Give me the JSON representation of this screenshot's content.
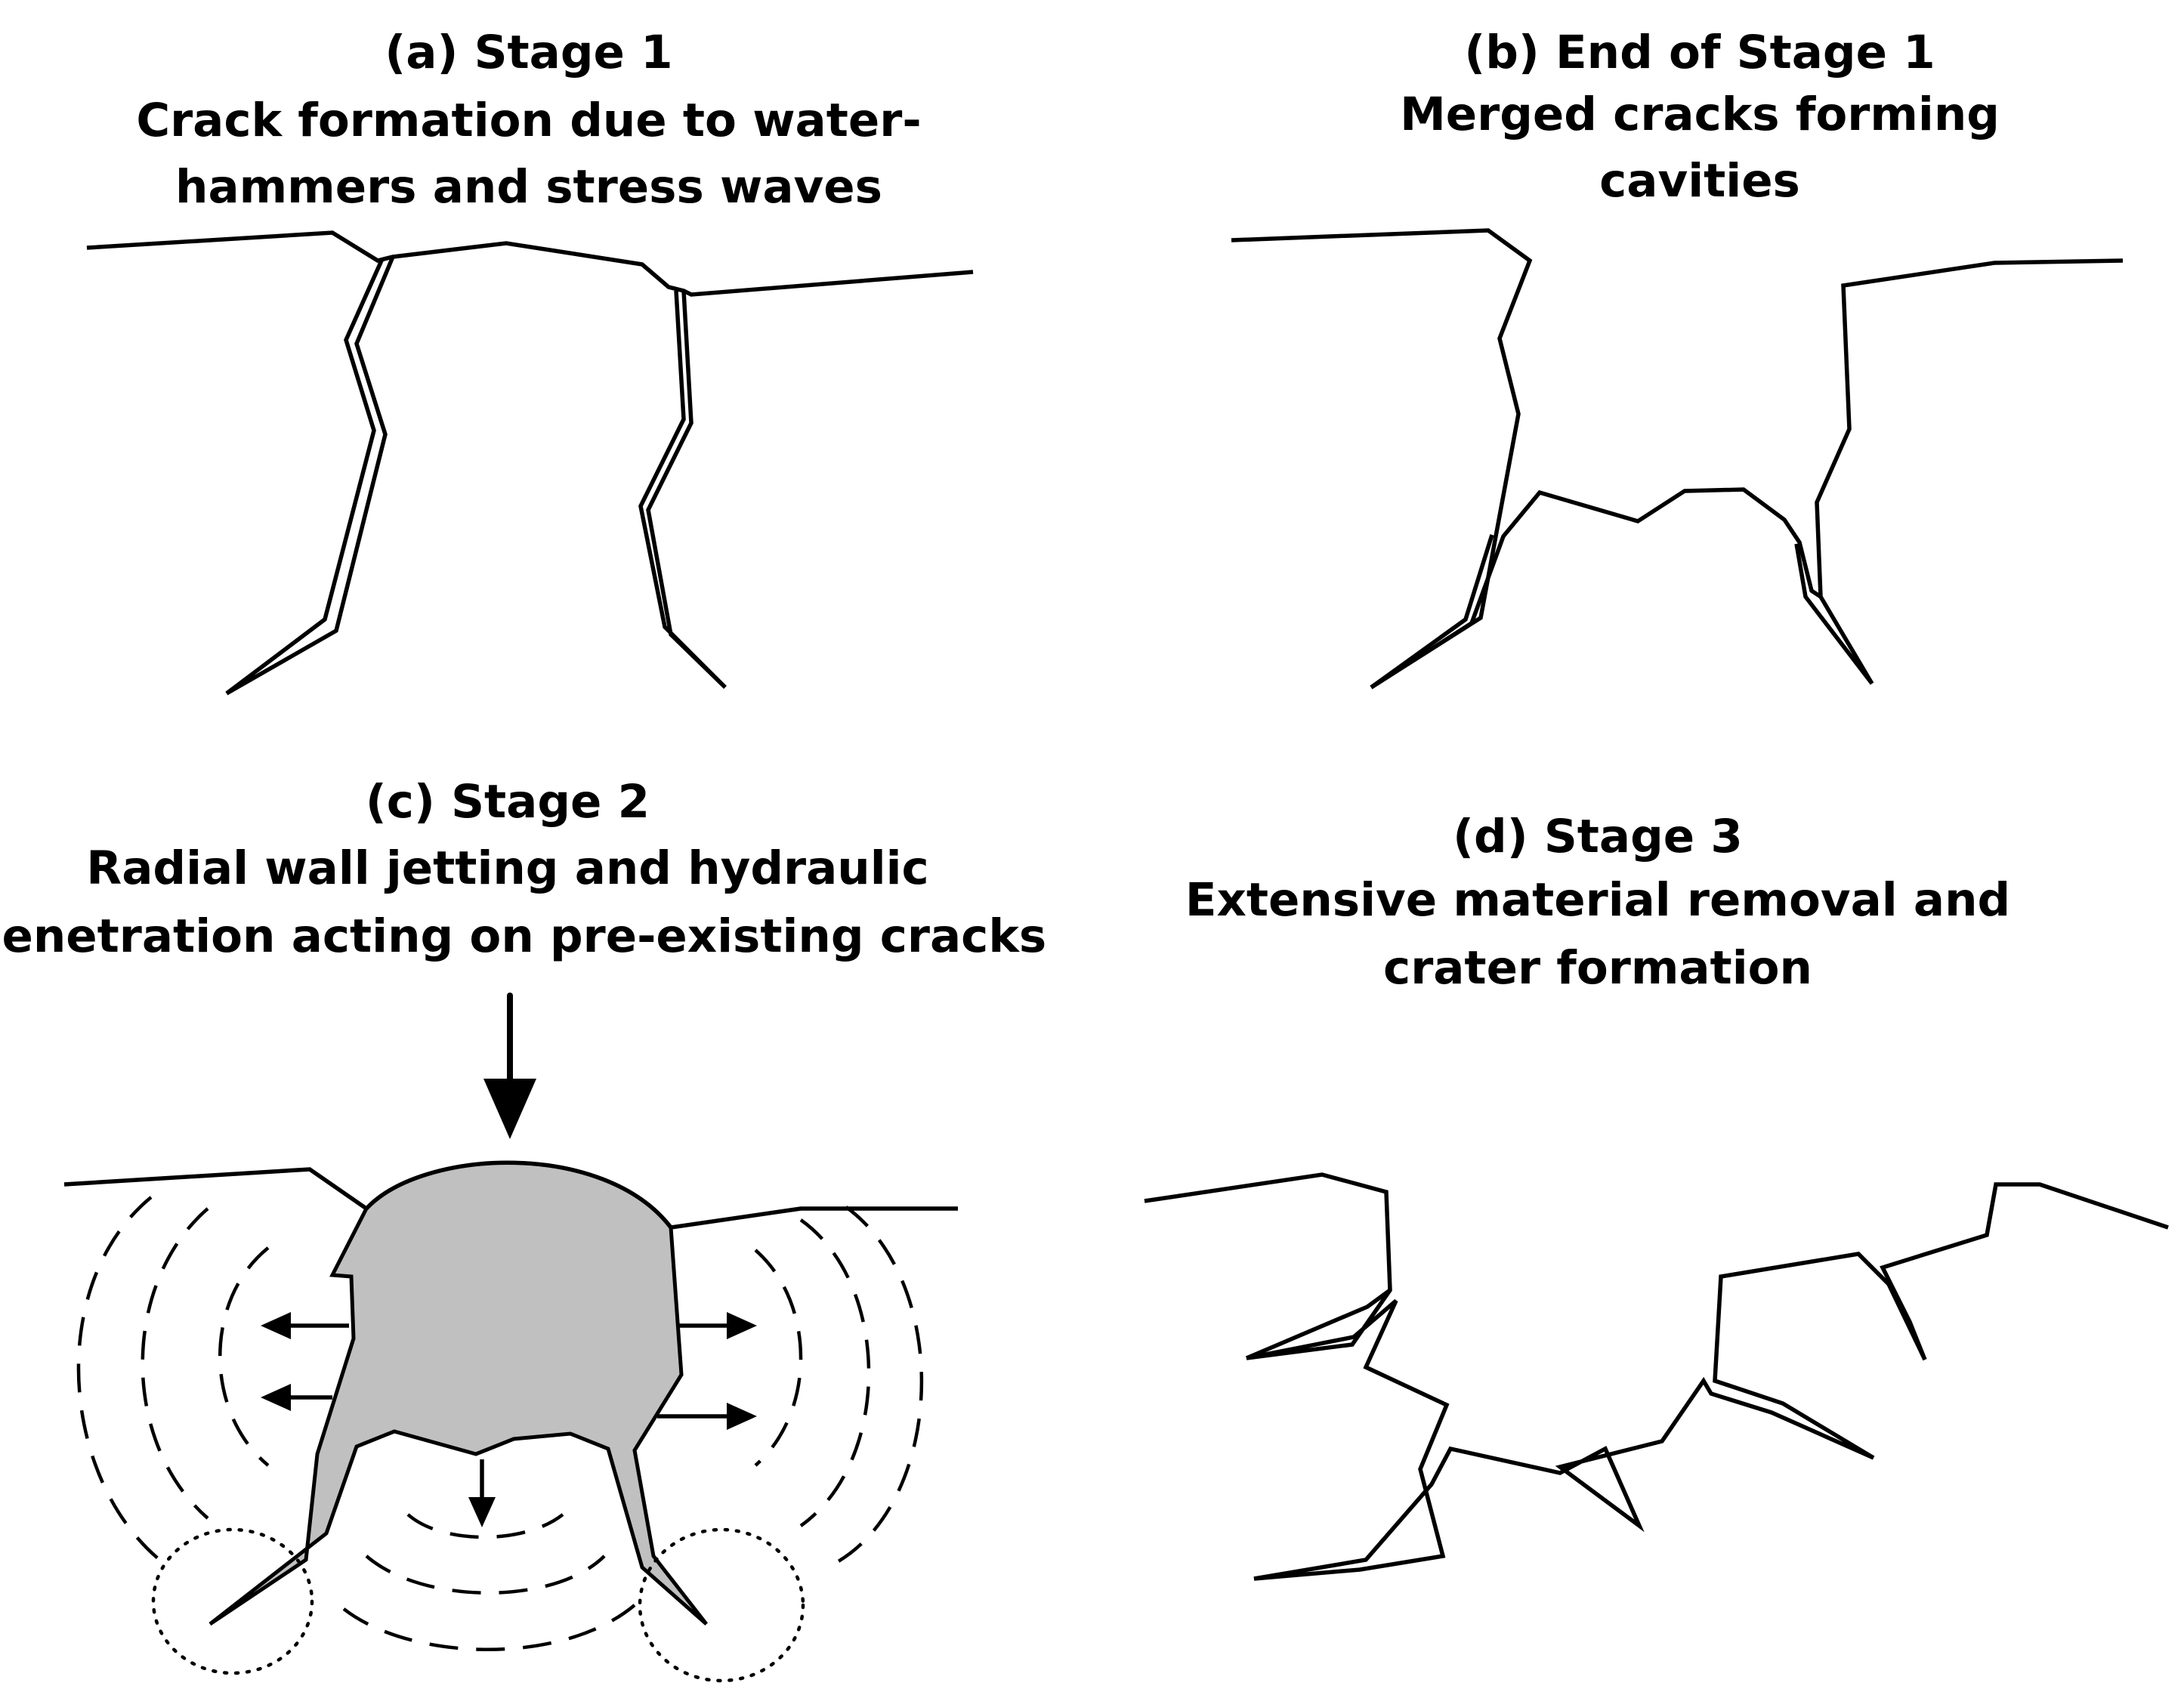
{
  "panels": [
    {
      "id": "a",
      "heading": "(a) Stage 1",
      "caption_lines": [
        "Crack formation due to water-",
        "hammers and stress waves"
      ]
    },
    {
      "id": "b",
      "heading": "(b) End of Stage 1",
      "caption_lines": [
        "Merged cracks forming",
        "cavities"
      ]
    },
    {
      "id": "c",
      "heading": "(c) Stage 2",
      "caption_lines": [
        "Radial wall jetting and hydraulic",
        "penetration acting on pre-existing cracks"
      ]
    },
    {
      "id": "d",
      "heading": "(d) Stage 3",
      "caption_lines": [
        "Extensive material removal and",
        "crater formation"
      ]
    }
  ],
  "colors": {
    "ink": "#000000",
    "jet_fill": "#c0c0c0",
    "background": "#ffffff"
  }
}
